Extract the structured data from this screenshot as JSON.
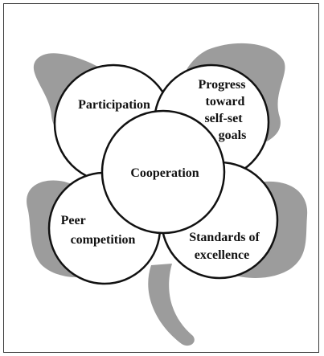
{
  "diagram": {
    "colors": {
      "leaf_fill": "#9c9c9c",
      "circle_fill": "#ffffff",
      "circle_stroke": "#111111",
      "text": "#111111",
      "frame": "#3a3a3a"
    },
    "circles": {
      "participation": {
        "lines": [
          "Participation"
        ]
      },
      "progress": {
        "lines": [
          "Progress",
          "toward",
          "self-set",
          "goals"
        ]
      },
      "cooperation": {
        "lines": [
          "Cooperation"
        ]
      },
      "peer": {
        "lines": [
          "Peer",
          "competition"
        ]
      },
      "standards": {
        "lines": [
          "Standards of",
          "excellence"
        ]
      }
    }
  }
}
